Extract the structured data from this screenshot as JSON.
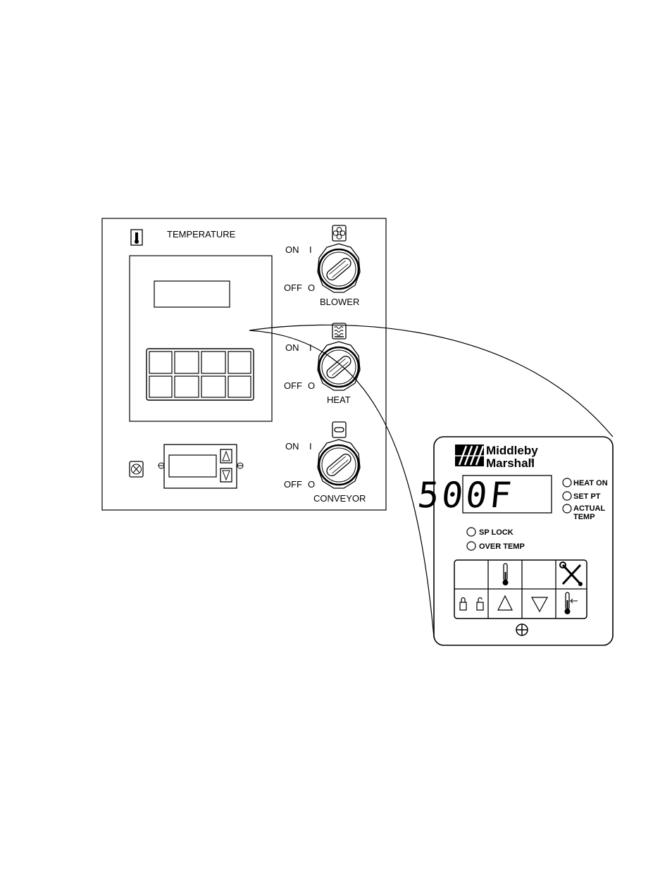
{
  "panel": {
    "temperature_label": "TEMPERATURE",
    "switches": [
      {
        "name": "BLOWER",
        "on": "ON",
        "on_mark": "I",
        "off": "OFF",
        "off_mark": "O",
        "icon": "fan-icon"
      },
      {
        "name": "HEAT",
        "on": "ON",
        "on_mark": "I",
        "off": "OFF",
        "off_mark": "O",
        "icon": "heat-icon"
      },
      {
        "name": "CONVEYOR",
        "on": "ON",
        "on_mark": "I",
        "off": "OFF",
        "off_mark": "O",
        "icon": "conveyor-icon"
      }
    ]
  },
  "controller": {
    "brand_line1": "Middleby",
    "brand_line2": "Marshall",
    "registered": "®",
    "display_value": "500F",
    "indicators": [
      "HEAT ON",
      "SET PT",
      "ACTUAL",
      "TEMP"
    ],
    "status": [
      "SP LOCK",
      "OVER TEMP"
    ],
    "keys_top": [
      "blank-key",
      "thermometer-icon",
      "blank-key",
      "tools-icon"
    ],
    "keys_bottom": [
      "lock-unlock-icon",
      "up-arrow-icon",
      "down-arrow-icon",
      "setpoint-thermometer-icon"
    ]
  }
}
